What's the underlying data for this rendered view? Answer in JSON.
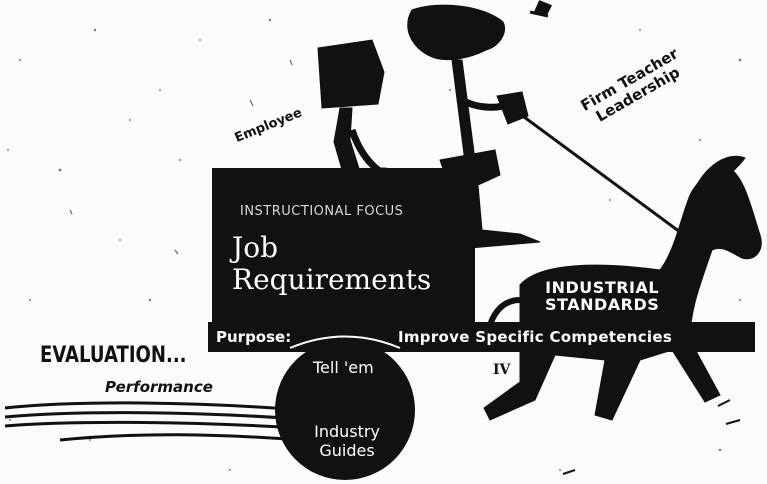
{
  "labels": {
    "employee": "Employee",
    "leadership_line1": "Firm Teacher",
    "leadership_line2": "Leadership",
    "focus": "INSTRUCTIONAL FOCUS",
    "job_line1": "Job",
    "job_line2": "Requirements",
    "standards_line1": "INDUSTRIAL",
    "standards_line2": "STANDARDS",
    "purpose": "Purpose:",
    "improve": "Improve Specific Competencies",
    "tell": "Tell 'em",
    "guides_line1": "Industry",
    "guides_line2": "Guides",
    "evaluation": "EVALUATION...",
    "performance": "Performance",
    "marker": "IV"
  },
  "colors": {
    "ink": "#111111",
    "paper": "#fbfbfb",
    "inverse_text": "#ffffff"
  }
}
